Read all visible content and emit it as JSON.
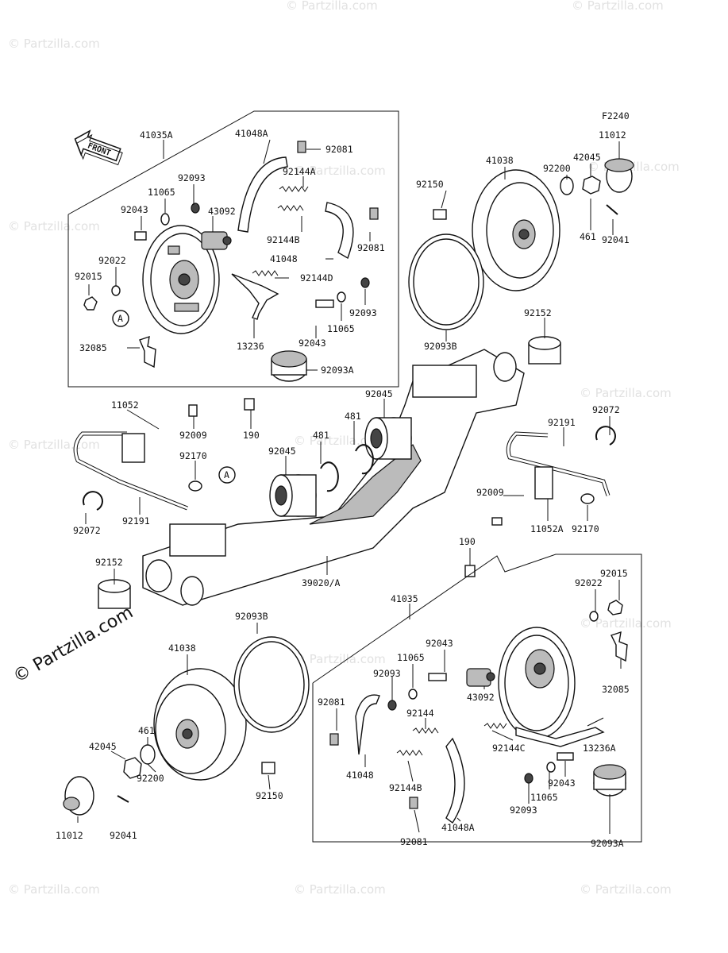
{
  "figure_code": "F2240",
  "front_label": "FRONT",
  "watermark": "© Partzilla.com",
  "brand": "© Partzilla.com",
  "labels": [
    {
      "id": "41035A",
      "text": "41035A"
    },
    {
      "id": "41048A-top",
      "text": "41048A"
    },
    {
      "id": "92081-top1",
      "text": "92081"
    },
    {
      "id": "92093-top1",
      "text": "92093"
    },
    {
      "id": "11065-top1",
      "text": "11065"
    },
    {
      "id": "92144A",
      "text": "92144A"
    },
    {
      "id": "92043-top1",
      "text": "92043"
    },
    {
      "id": "43092-top",
      "text": "43092"
    },
    {
      "id": "92144B-top",
      "text": "92144B"
    },
    {
      "id": "92081-top2",
      "text": "92081"
    },
    {
      "id": "92022-top",
      "text": "92022"
    },
    {
      "id": "41048-top",
      "text": "41048"
    },
    {
      "id": "92015-top",
      "text": "92015"
    },
    {
      "id": "92144D",
      "text": "92144D"
    },
    {
      "id": "92093-top2",
      "text": "92093"
    },
    {
      "id": "11065-top2",
      "text": "11065"
    },
    {
      "id": "32085-top",
      "text": "32085"
    },
    {
      "id": "92043-top2",
      "text": "92043"
    },
    {
      "id": "13236",
      "text": "13236"
    },
    {
      "id": "92093A-top",
      "text": "92093A"
    },
    {
      "id": "92150-top",
      "text": "92150"
    },
    {
      "id": "41038-top",
      "text": "41038"
    },
    {
      "id": "92200-top",
      "text": "92200"
    },
    {
      "id": "42045-top",
      "text": "42045"
    },
    {
      "id": "11012-top",
      "text": "11012"
    },
    {
      "id": "461-top",
      "text": "461"
    },
    {
      "id": "92041-top",
      "text": "92041"
    },
    {
      "id": "92093B-top",
      "text": "92093B"
    },
    {
      "id": "92152-top",
      "text": "92152"
    },
    {
      "id": "11052",
      "text": "11052"
    },
    {
      "id": "92045-top",
      "text": "92045"
    },
    {
      "id": "481-top",
      "text": "481"
    },
    {
      "id": "92009-left",
      "text": "92009"
    },
    {
      "id": "190-top",
      "text": "190"
    },
    {
      "id": "481-mid",
      "text": "481"
    },
    {
      "id": "92170-left",
      "text": "92170"
    },
    {
      "id": "92045-mid",
      "text": "92045"
    },
    {
      "id": "92191-right",
      "text": "92191"
    },
    {
      "id": "92072-right",
      "text": "92072"
    },
    {
      "id": "92191-left",
      "text": "92191"
    },
    {
      "id": "92072-left",
      "text": "92072"
    },
    {
      "id": "92009-right",
      "text": "92009"
    },
    {
      "id": "11052A",
      "text": "11052A"
    },
    {
      "id": "92170-right",
      "text": "92170"
    },
    {
      "id": "190-bot",
      "text": "190"
    },
    {
      "id": "92152-bot",
      "text": "92152"
    },
    {
      "id": "39020A",
      "text": "39020/A"
    },
    {
      "id": "41035",
      "text": "41035"
    },
    {
      "id": "92015-bot",
      "text": "92015"
    },
    {
      "id": "92022-bot",
      "text": "92022"
    },
    {
      "id": "92093B-bot",
      "text": "92093B"
    },
    {
      "id": "41038-bot",
      "text": "41038"
    },
    {
      "id": "92043-bot1",
      "text": "92043"
    },
    {
      "id": "11065-bot1",
      "text": "11065"
    },
    {
      "id": "92093-bot1",
      "text": "92093"
    },
    {
      "id": "32085-bot",
      "text": "32085"
    },
    {
      "id": "92081-bot1",
      "text": "92081"
    },
    {
      "id": "43092-bot",
      "text": "43092"
    },
    {
      "id": "92144",
      "text": "92144"
    },
    {
      "id": "92144C",
      "text": "92144C"
    },
    {
      "id": "13236A",
      "text": "13236A"
    },
    {
      "id": "41048-bot",
      "text": "41048"
    },
    {
      "id": "461-bot",
      "text": "461"
    },
    {
      "id": "42045-bot",
      "text": "42045"
    },
    {
      "id": "92200-bot",
      "text": "92200"
    },
    {
      "id": "92150-bot",
      "text": "92150"
    },
    {
      "id": "92144B-bot",
      "text": "92144B"
    },
    {
      "id": "92043-bot2",
      "text": "92043"
    },
    {
      "id": "11065-bot2",
      "text": "11065"
    },
    {
      "id": "92093-bot2",
      "text": "92093"
    },
    {
      "id": "92093A-bot",
      "text": "92093A"
    },
    {
      "id": "41048A-bot",
      "text": "41048A"
    },
    {
      "id": "92081-bot2",
      "text": "92081"
    },
    {
      "id": "11012-bot",
      "text": "11012"
    },
    {
      "id": "92041-bot",
      "text": "92041"
    }
  ],
  "callouts": [
    "A",
    "A"
  ]
}
